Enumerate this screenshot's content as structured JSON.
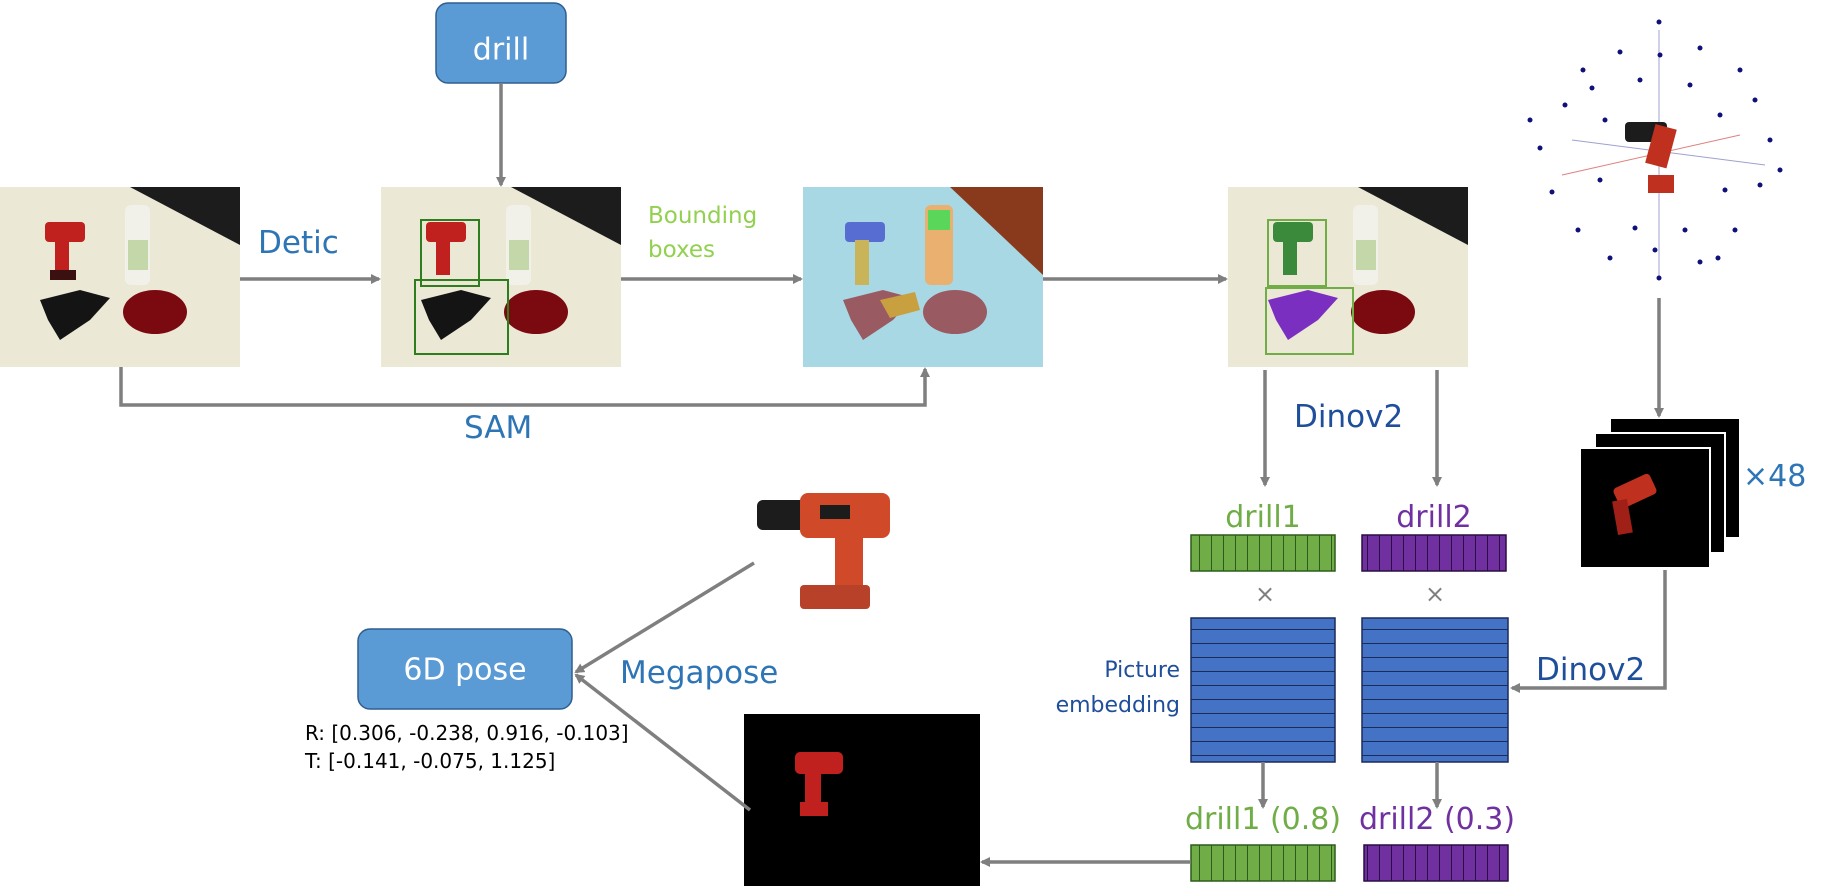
{
  "query_box": {
    "label": "drill"
  },
  "labels": {
    "detic": "Detic",
    "bounding_boxes_line1": "Bounding",
    "bounding_boxes_line2": "boxes",
    "sam": "SAM",
    "dinov2_top": "Dinov2",
    "dinov2_right": "Dinov2",
    "times48": "×48",
    "megapose": "Megapose",
    "picture_embedding_line1": "Picture",
    "picture_embedding_line2": "embedding",
    "multiply_1": "×",
    "multiply_2": "×"
  },
  "embeddings": {
    "drill1": "drill1",
    "drill2": "drill2",
    "drill1_score": "drill1 (0.8)",
    "drill2_score": "drill2 (0.3)"
  },
  "pose_box": {
    "label": "6D pose"
  },
  "pose_values": {
    "R": "R: [0.306, -0.238, 0.916, -0.103]",
    "T": "T: [-0.141, -0.075, 1.125]"
  },
  "colors": {
    "box_blue": "#5b9bd5",
    "label_blue": "#2e75b6",
    "dark_blue": "#1f4e9a",
    "green": "#70ad47",
    "purple": "#7030a0",
    "arrow_gray": "#7f7f7f",
    "embed_blue": "#4472c4"
  }
}
